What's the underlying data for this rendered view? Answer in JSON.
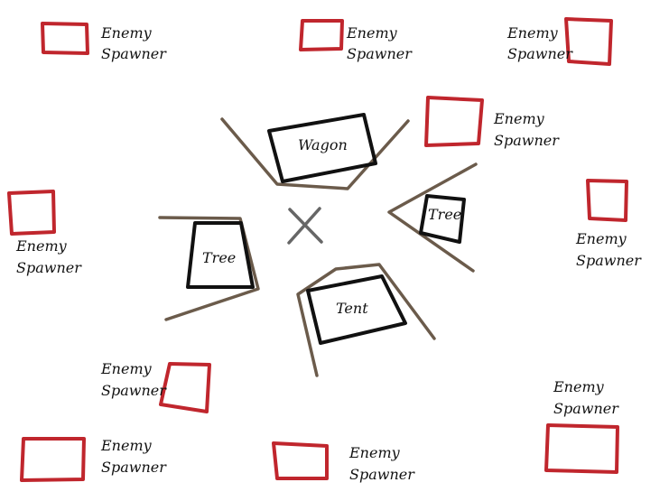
{
  "colors": {
    "spawner": "#c0262d",
    "object": "#111111",
    "barrier": "#6b5b4b",
    "center_mark": "#666666"
  },
  "spawner_label": [
    "Enemy",
    "Spawner"
  ],
  "spawners": [
    {
      "id": "nw"
    },
    {
      "id": "n"
    },
    {
      "id": "ne"
    },
    {
      "id": "ene"
    },
    {
      "id": "w"
    },
    {
      "id": "e"
    },
    {
      "id": "sw-mid"
    },
    {
      "id": "se"
    },
    {
      "id": "sw"
    },
    {
      "id": "s"
    }
  ],
  "objects": {
    "wagon": "Wagon",
    "tree_left": "Tree",
    "tree_right": "Tree",
    "tent": "Tent"
  },
  "center_marker": "x-mark"
}
